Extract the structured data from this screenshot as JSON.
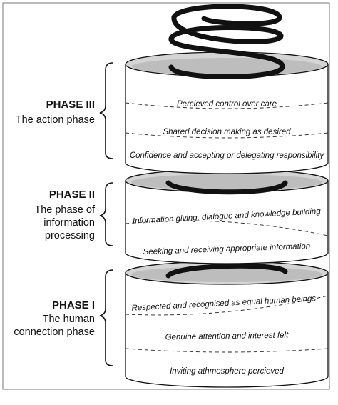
{
  "phases": [
    {
      "title": "PHASE III",
      "subtitle_lines": [
        "The action phase"
      ],
      "bands": [
        "Percieved control over care",
        "Shared decision making as desired",
        "Confidence and accepting or delegating responsibility"
      ]
    },
    {
      "title": "PHASE II",
      "subtitle_lines": [
        "The phase of",
        "information",
        "processing"
      ],
      "bands": [
        "Information giving,  dialogue and knowledge building",
        "Seeking and receiving appropriate information"
      ]
    },
    {
      "title": "PHASE I",
      "subtitle_lines": [
        "The human",
        "connection phase"
      ],
      "bands": [
        "Respected and recognised as equal human beings",
        "Genuine attention and interest felt",
        "Inviting athmosphere percieved"
      ]
    }
  ]
}
